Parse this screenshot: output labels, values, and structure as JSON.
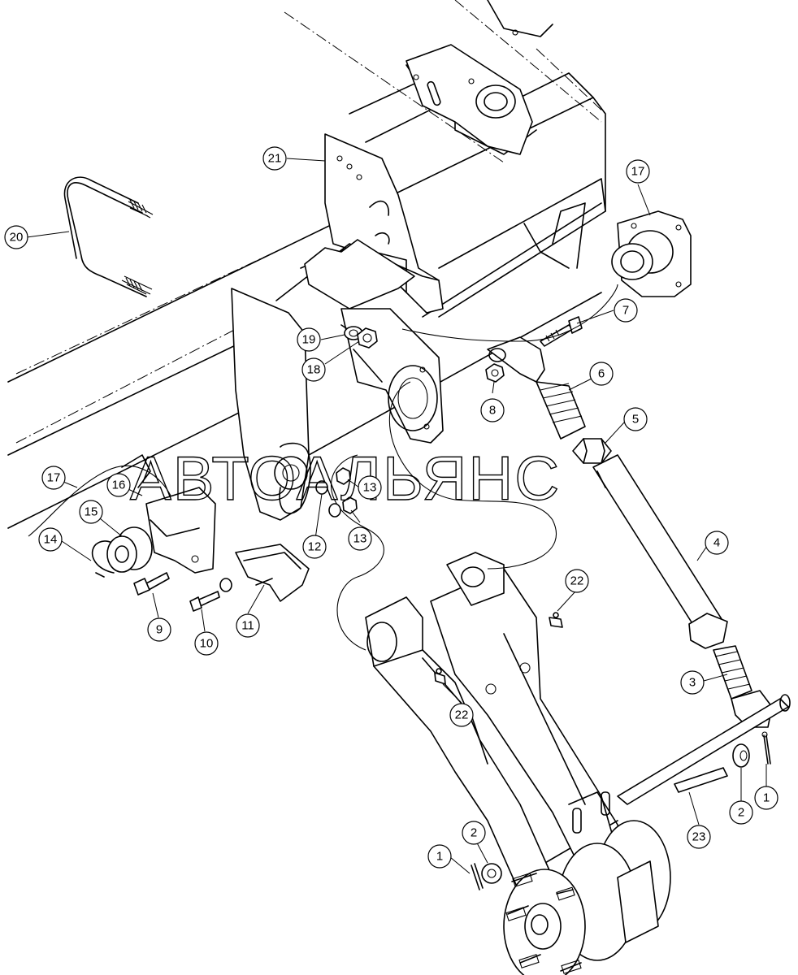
{
  "watermark": "АВТОАЛЬЯНС",
  "callouts": [
    {
      "id": "c1a",
      "label": "1"
    },
    {
      "id": "c1b",
      "label": "1"
    },
    {
      "id": "c2a",
      "label": "2"
    },
    {
      "id": "c2b",
      "label": "2"
    },
    {
      "id": "c3",
      "label": "3"
    },
    {
      "id": "c4",
      "label": "4"
    },
    {
      "id": "c5",
      "label": "5"
    },
    {
      "id": "c6",
      "label": "6"
    },
    {
      "id": "c7",
      "label": "7"
    },
    {
      "id": "c8",
      "label": "8"
    },
    {
      "id": "c9",
      "label": "9"
    },
    {
      "id": "c10",
      "label": "10"
    },
    {
      "id": "c11",
      "label": "11"
    },
    {
      "id": "c12",
      "label": "12"
    },
    {
      "id": "c13a",
      "label": "13"
    },
    {
      "id": "c13b",
      "label": "13"
    },
    {
      "id": "c14",
      "label": "14"
    },
    {
      "id": "c15",
      "label": "15"
    },
    {
      "id": "c16",
      "label": "16"
    },
    {
      "id": "c17a",
      "label": "17"
    },
    {
      "id": "c17b",
      "label": "17"
    },
    {
      "id": "c18",
      "label": "18"
    },
    {
      "id": "c19",
      "label": "19"
    },
    {
      "id": "c20",
      "label": "20"
    },
    {
      "id": "c21",
      "label": "21"
    },
    {
      "id": "c22a",
      "label": "22"
    },
    {
      "id": "c22b",
      "label": "22"
    },
    {
      "id": "c23",
      "label": "23"
    }
  ]
}
